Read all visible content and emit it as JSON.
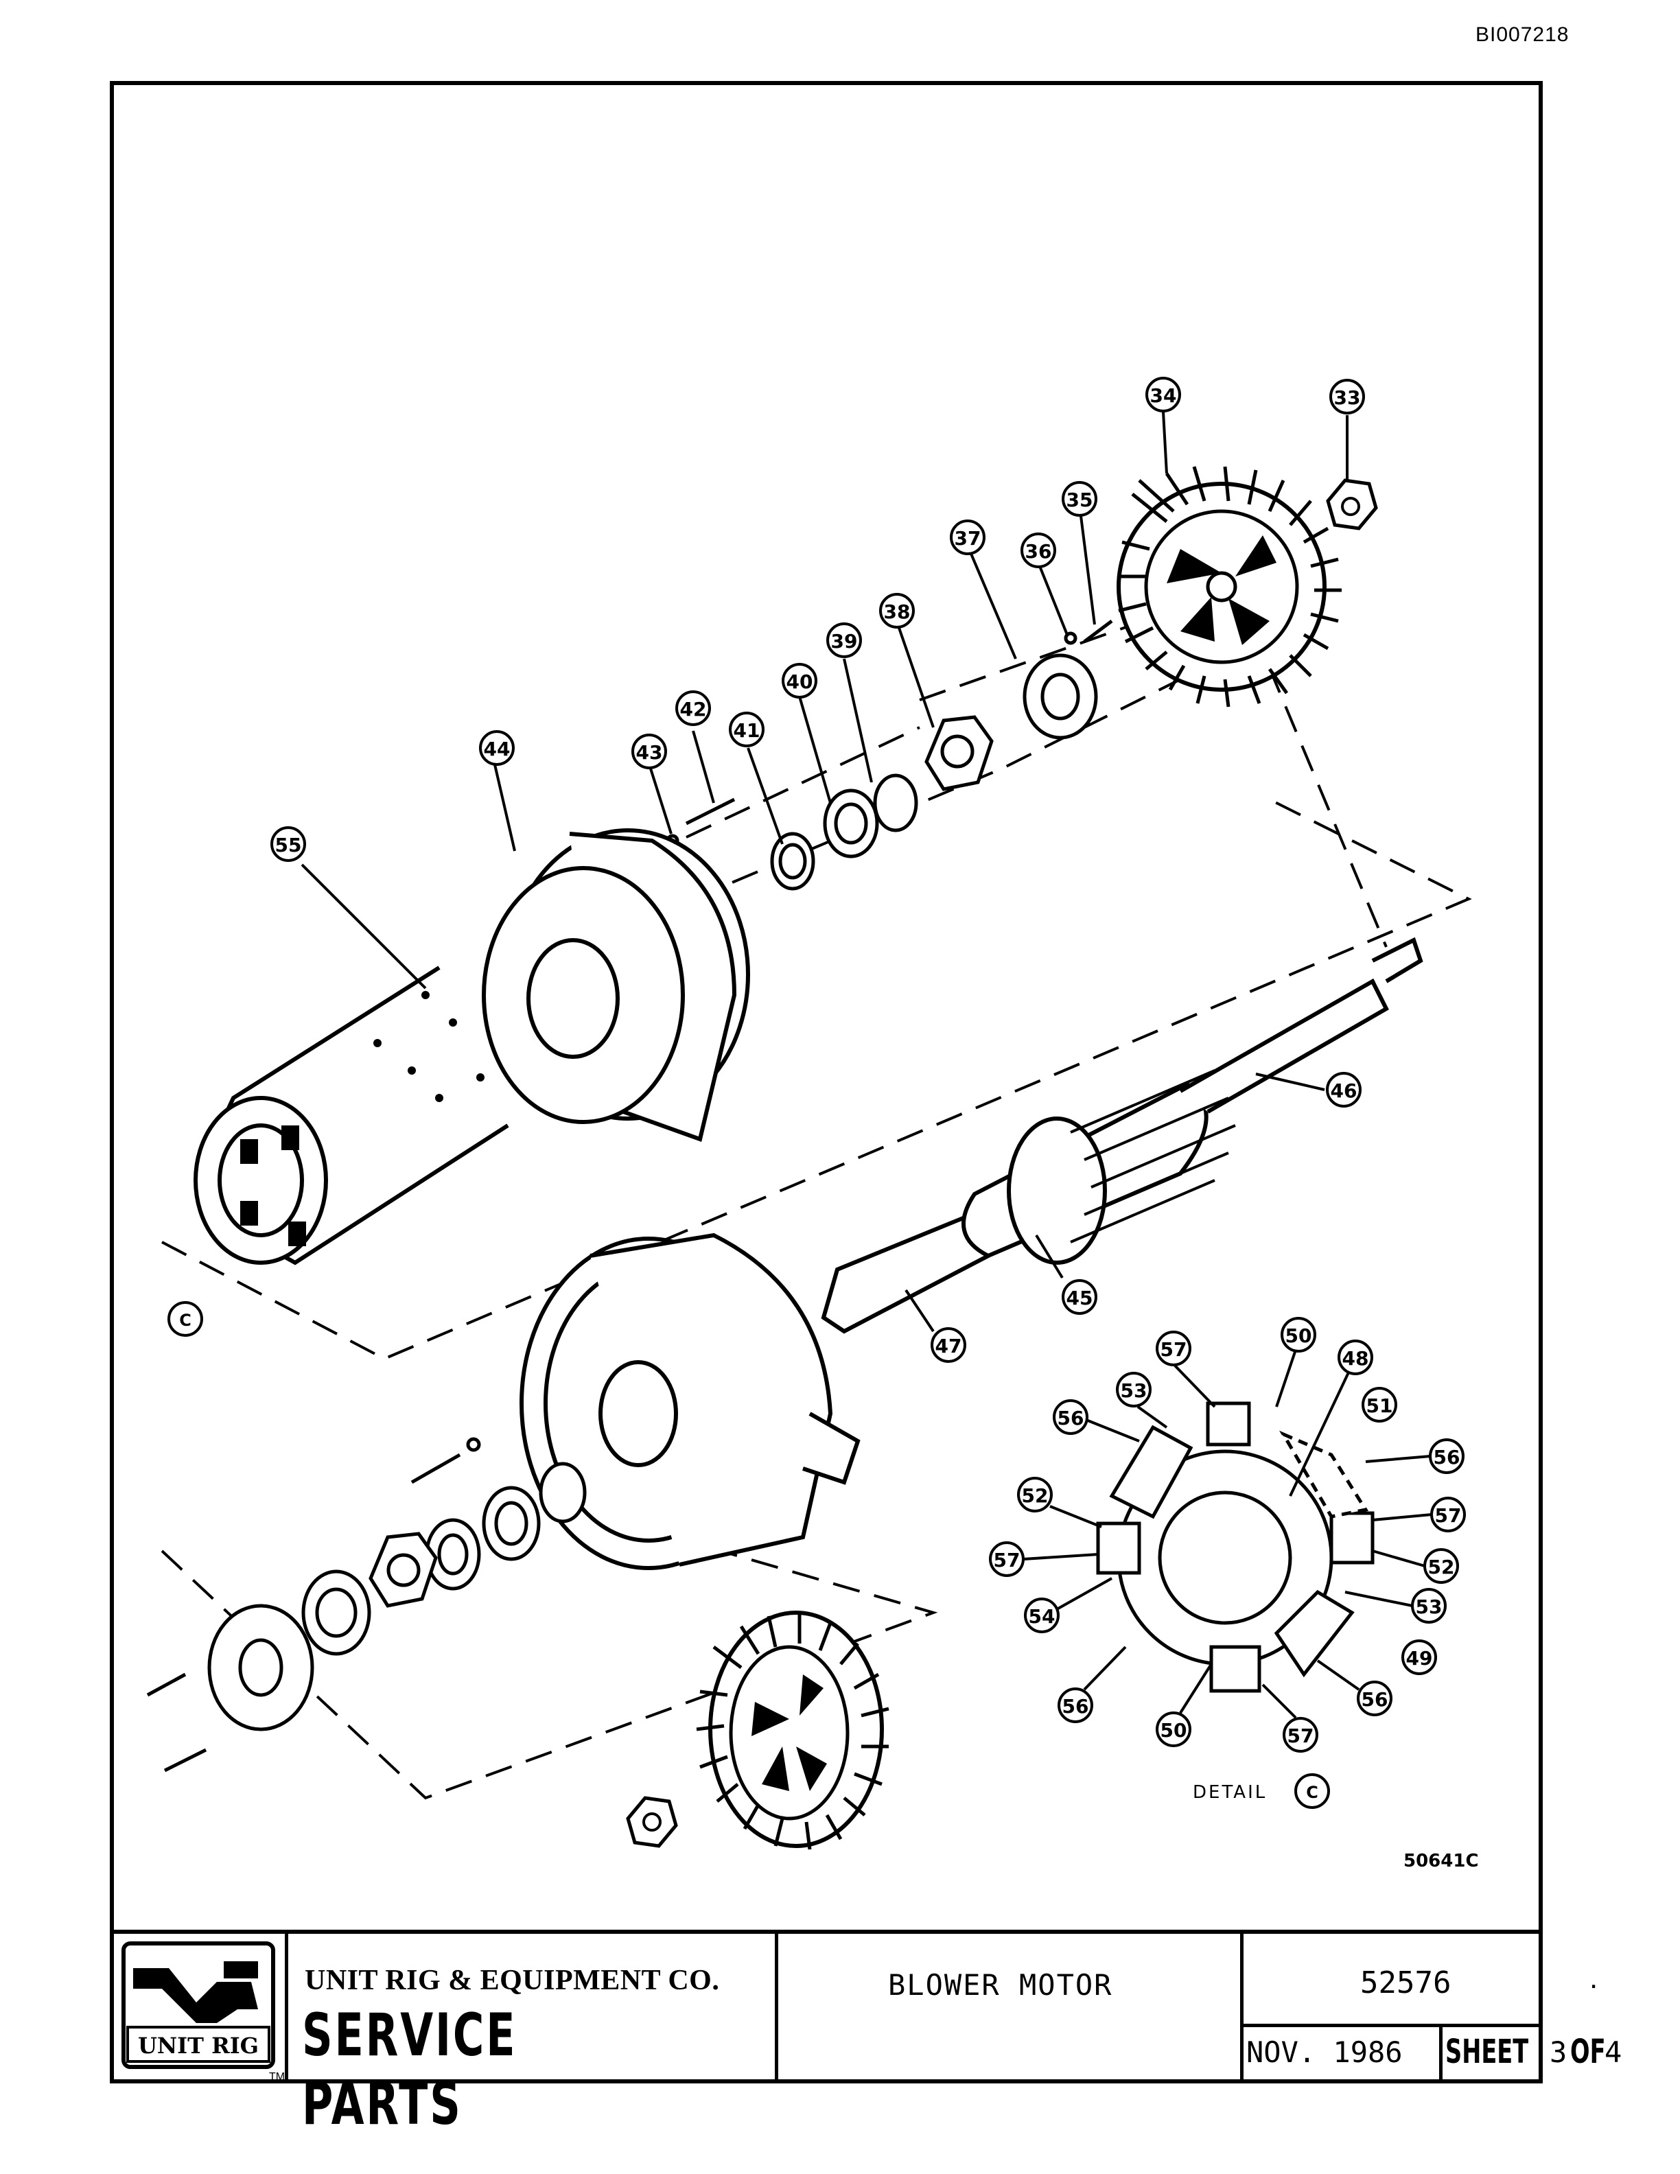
{
  "document_id": "BI007218",
  "drawing_number": "50641C",
  "detail": {
    "label": "DETAIL",
    "ref": "C"
  },
  "section_ref": "C",
  "callouts": [
    "33",
    "34",
    "35",
    "36",
    "37",
    "38",
    "39",
    "40",
    "41",
    "42",
    "43",
    "44",
    "45",
    "46",
    "47",
    "48",
    "49",
    "50",
    "51",
    "52",
    "53",
    "54",
    "55",
    "56",
    "57"
  ],
  "title_block": {
    "logo_text": "UNIT RIG",
    "trademark": "TM",
    "company": "UNIT RIG & EQUIPMENT CO.",
    "service_parts": "SERVICE PARTS",
    "title": "BLOWER MOTOR",
    "part_number": "52576",
    "part_suffix": ".",
    "date": "NOV. 1986",
    "sheet_label": "SHEET",
    "sheet_number": "3",
    "of_label": "OF",
    "sheet_total": "4"
  }
}
